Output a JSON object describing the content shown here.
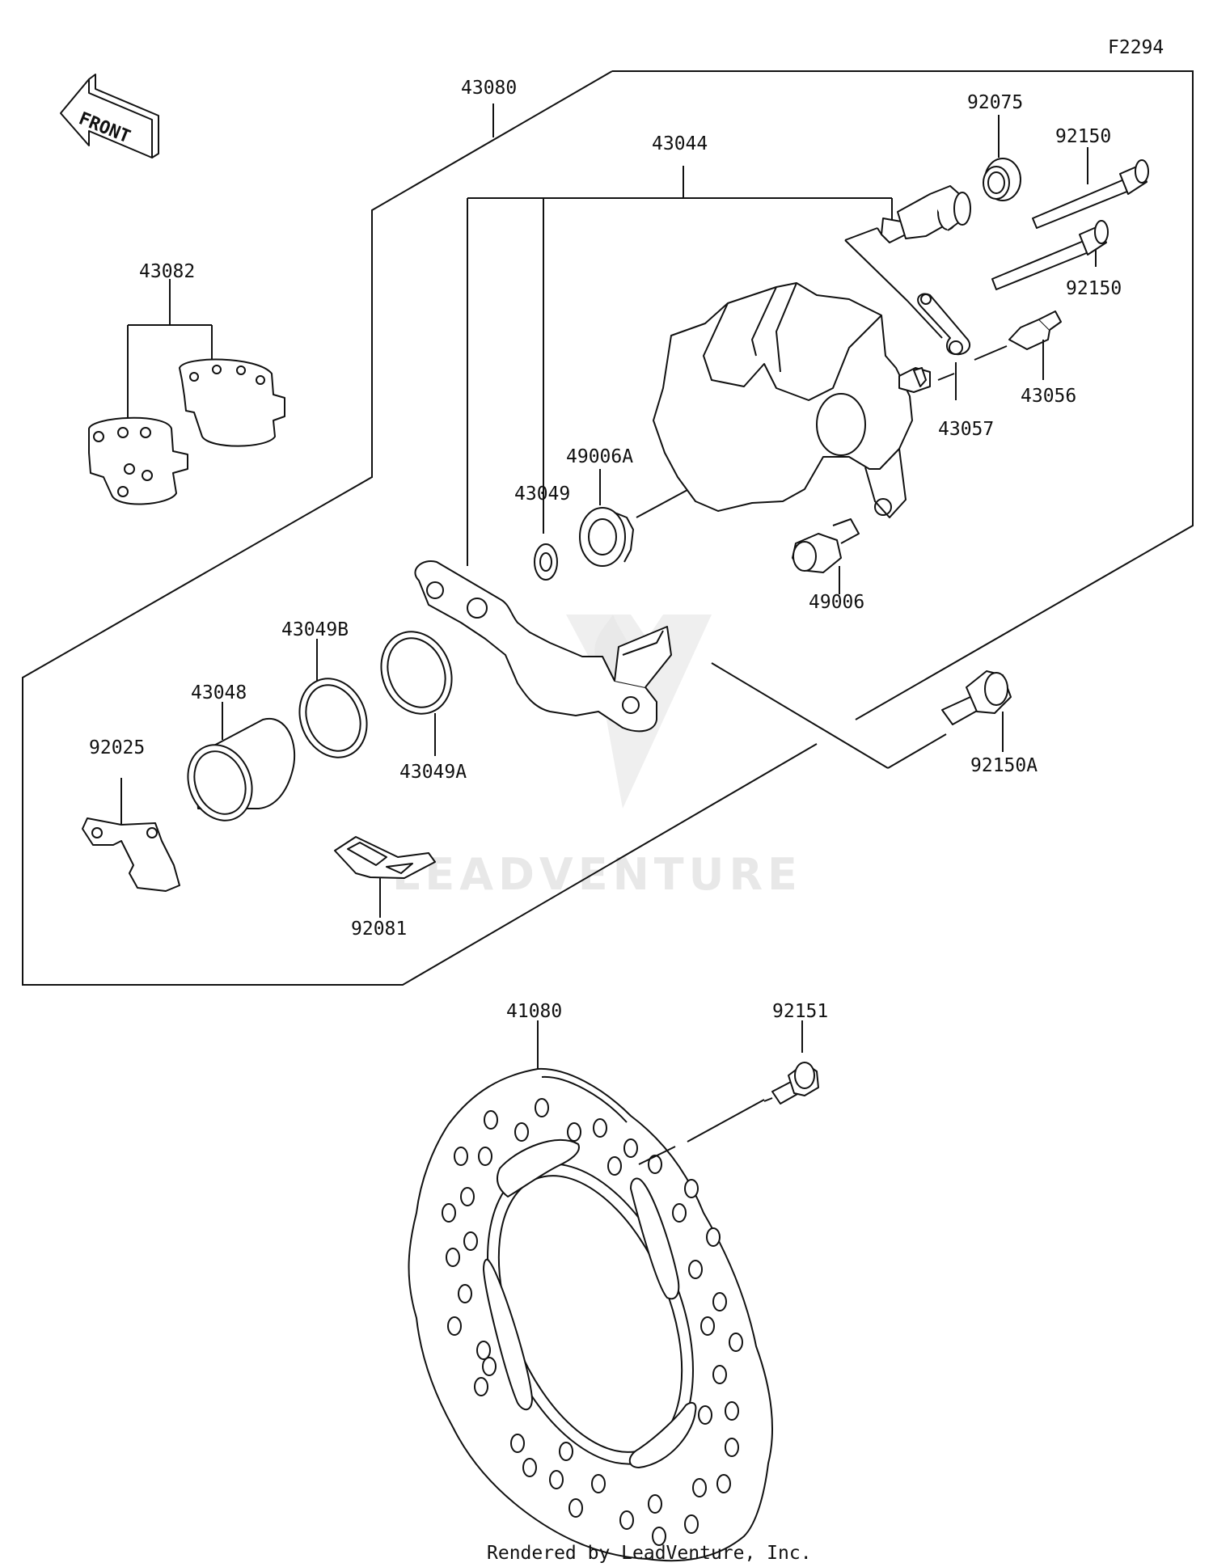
{
  "figure_code": "F2294",
  "direction_label": "FRONT",
  "watermark": "LEADVENTURE",
  "footer": "Rendered by LeadVenture, Inc.",
  "parts": {
    "p43080": "43080",
    "p43044": "43044",
    "p92075": "92075",
    "p92150_top": "92150",
    "p92150_bottom": "92150",
    "p43082": "43082",
    "p43056": "43056",
    "p43057": "43057",
    "p49006A": "49006A",
    "p43049": "43049",
    "p49006": "49006",
    "p43049B": "43049B",
    "p43048": "43048",
    "p92025": "92025",
    "p43049A": "43049A",
    "p92150A": "92150A",
    "p92081": "92081",
    "p41080": "41080",
    "p92151": "92151"
  }
}
